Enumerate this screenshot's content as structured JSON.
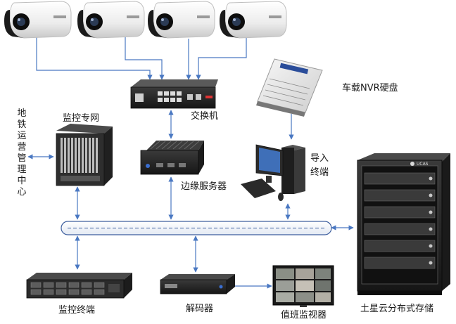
{
  "labels": {
    "nvr_disk": "车载NVR硬盘",
    "monitor_network": "监控专网",
    "switch": "交换机",
    "import": "导入",
    "terminal": "终端",
    "edge_server": "边缘服务器",
    "metro_center": "地铁运营管理中心",
    "monitor_terminal": "监控终端",
    "decoder": "解码器",
    "duty_monitor": "值班监视器",
    "cloud_storage": "土星云分布式存储",
    "rack_brand": "UCAS"
  },
  "colors": {
    "connector": "#4a78c2",
    "bus_outline": "#3d5e9e",
    "bus_fill": "#f4f7fb",
    "camera_body": "#f3f3f3",
    "device_dark": "#262626"
  }
}
